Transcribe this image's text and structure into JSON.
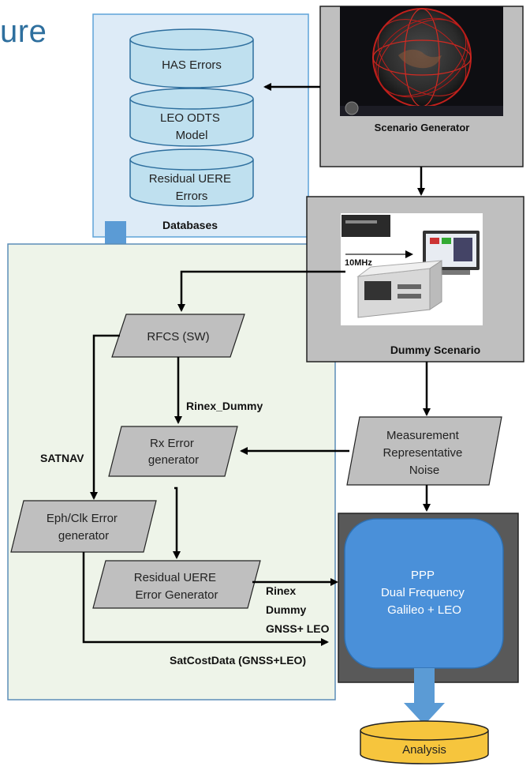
{
  "title_fragment": "ure",
  "databases": {
    "label": "Databases",
    "items": [
      {
        "lines": [
          "HAS Errors"
        ]
      },
      {
        "lines": [
          "LEO ODTS",
          "Model"
        ]
      },
      {
        "lines": [
          "Residual UERE",
          "Errors"
        ]
      }
    ]
  },
  "scenario_generator": {
    "label": "Scenario Generator"
  },
  "dummy_scenario": {
    "label": "Dummy Scenario",
    "signal_label": "10MHz"
  },
  "rfcs": {
    "label": "RFCS (SW)"
  },
  "rinex_dummy": "Rinex_Dummy",
  "rx_error": {
    "lines": [
      "Rx Error",
      "generator"
    ]
  },
  "satnav": "SATNAV",
  "measurement_noise": {
    "lines": [
      "Measurement",
      "Representative",
      "Noise"
    ]
  },
  "eph_clk": {
    "lines": [
      "Eph/Clk Error",
      "generator"
    ]
  },
  "residual_uere_gen": {
    "lines": [
      "Residual UERE",
      "Error Generator"
    ]
  },
  "rinex_gnss": {
    "lines": [
      "Rinex",
      "Dummy",
      "GNSS+ LEO"
    ]
  },
  "satcost": "SatCostData (GNSS+LEO)",
  "ppp": {
    "lines": [
      "PPP",
      "Dual Frequency",
      "Galileo + LEO"
    ]
  },
  "analysis": "Analysis",
  "colors": {
    "db_bg": "#ddebf7",
    "db_border": "#5fa3d8",
    "cyl_fill": "#bfe0ef",
    "panel_bg": "#eef4e9",
    "panel_border": "#5b8db8",
    "gray_box": "#bfbfbf",
    "ppp_outer": "#595959",
    "ppp_fill": "#4a90d9",
    "analysis_fill": "#f6c53d",
    "big_arrow": "#5b9bd5"
  }
}
